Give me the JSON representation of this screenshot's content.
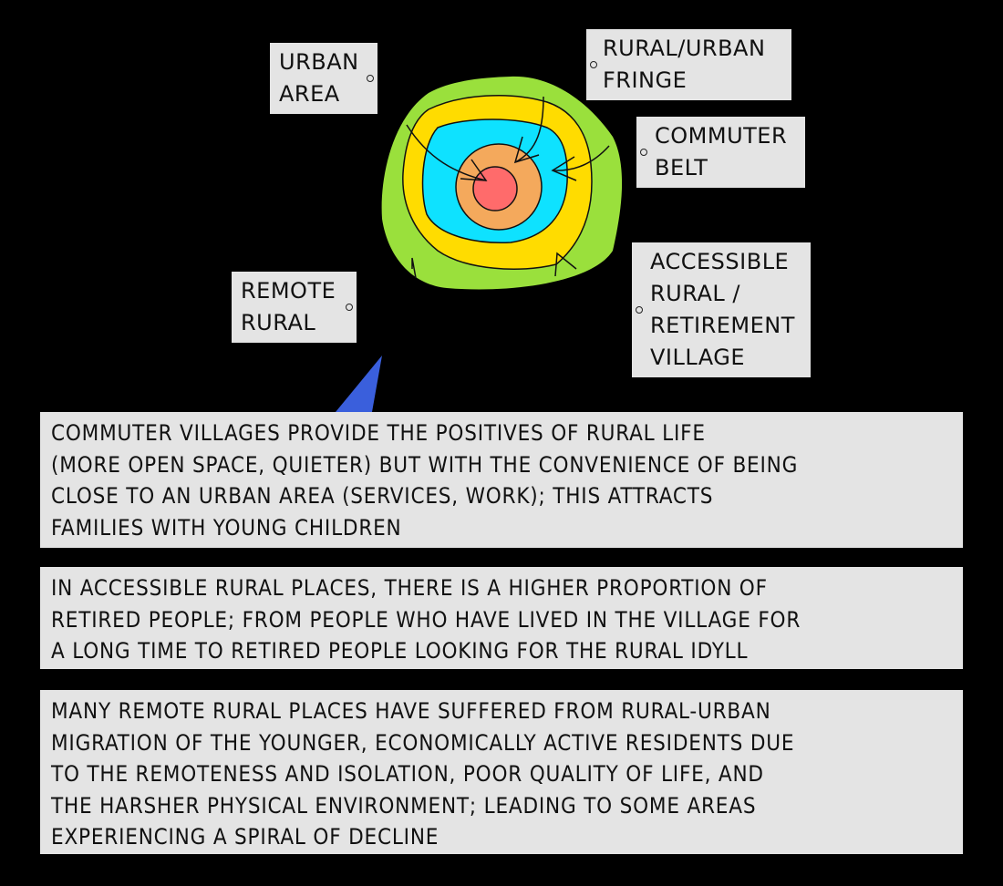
{
  "diagram": {
    "zones": [
      {
        "name": "urban area",
        "color": "#ff6b6b"
      },
      {
        "name": "rural/urban fringe",
        "color": "#f4a95c"
      },
      {
        "name": "commuter belt",
        "color": "#0ee2ff"
      },
      {
        "name": "accessible rural / retirement village",
        "color": "#ffdc00"
      },
      {
        "name": "remote rural",
        "color": "#9ae03c"
      }
    ],
    "pointer_color": "#3a5fdc"
  },
  "labels": {
    "urban_area": [
      "URBAN",
      "AREA"
    ],
    "fringe": [
      "RURAL/URBAN",
      "FRINGE"
    ],
    "commuter": [
      "COMMUTER",
      "BELT"
    ],
    "accessible": [
      "ACCESSIBLE",
      "RURAL /",
      "RETIREMENT",
      "VILLAGE"
    ],
    "remote": [
      "REMOTE",
      "RURAL"
    ]
  },
  "boxes": {
    "commuter": [
      "COMMUTER VILLAGES PROVIDE THE POSITIVES OF RURAL LIFE",
      "(MORE OPEN SPACE, QUIETER) BUT WITH THE CONVENIENCE OF BEING",
      "CLOSE TO AN URBAN AREA (SERVICES, WORK); THIS ATTRACTS",
      "FAMILIES WITH YOUNG CHILDREN"
    ],
    "accessible": [
      "IN ACCESSIBLE RURAL PLACES, THERE IS A HIGHER PROPORTION OF",
      "RETIRED PEOPLE; FROM PEOPLE WHO HAVE LIVED IN THE VILLAGE FOR",
      "A LONG TIME TO RETIRED PEOPLE LOOKING FOR THE RURAL IDYLL"
    ],
    "remote": [
      "MANY REMOTE RURAL PLACES HAVE SUFFERED FROM RURAL-URBAN",
      "MIGRATION OF THE YOUNGER, ECONOMICALLY ACTIVE RESIDENTS DUE",
      "TO THE REMOTENESS AND ISOLATION, POOR QUALITY OF LIFE, AND",
      "THE HARSHER PHYSICAL ENVIRONMENT; LEADING TO SOME AREAS",
      "EXPERIENCING A SPIRAL OF DECLINE"
    ]
  }
}
